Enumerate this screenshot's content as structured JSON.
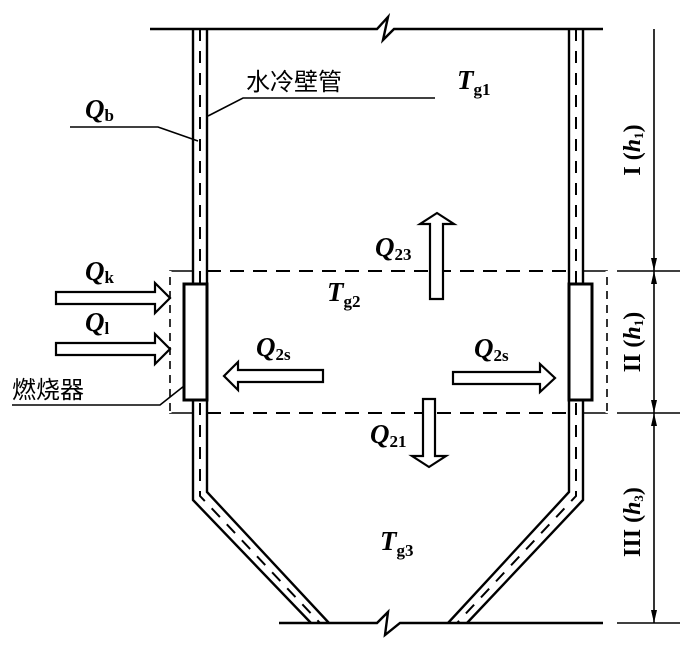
{
  "diagram": {
    "title": "Furnace zone heat-balance schematic",
    "labels": {
      "water_wall_tube": "水冷壁管",
      "burner": "燃烧器",
      "Qb": {
        "main": "Q",
        "sub": "b"
      },
      "Qk": {
        "main": "Q",
        "sub": "k"
      },
      "Ql": {
        "main": "Q",
        "sub": "l"
      },
      "Q23": {
        "main": "Q",
        "sub": "23"
      },
      "Q21": {
        "main": "Q",
        "sub": "21"
      },
      "Q2s_left": {
        "main": "Q",
        "sub": "2s"
      },
      "Q2s_right": {
        "main": "Q",
        "sub": "2s"
      },
      "Tg1": {
        "main": "T",
        "sub": "g1"
      },
      "Tg2": {
        "main": "T",
        "sub": "g2"
      },
      "Tg3": {
        "main": "T",
        "sub": "g3"
      }
    },
    "zones": [
      {
        "id": "zone-1",
        "roman": "I",
        "height_symbol": "h",
        "height_sub": "1"
      },
      {
        "id": "zone-2",
        "roman": "II",
        "height_symbol": "h",
        "height_sub": "1"
      },
      {
        "id": "zone-3",
        "roman": "III",
        "height_symbol": "h",
        "height_sub": "3"
      }
    ],
    "arrows": [
      {
        "name": "Qk",
        "direction": "right"
      },
      {
        "name": "Ql",
        "direction": "right"
      },
      {
        "name": "Q23",
        "direction": "up"
      },
      {
        "name": "Q21",
        "direction": "down"
      },
      {
        "name": "Q2s_left",
        "direction": "left"
      },
      {
        "name": "Q2s_right",
        "direction": "right"
      }
    ]
  }
}
